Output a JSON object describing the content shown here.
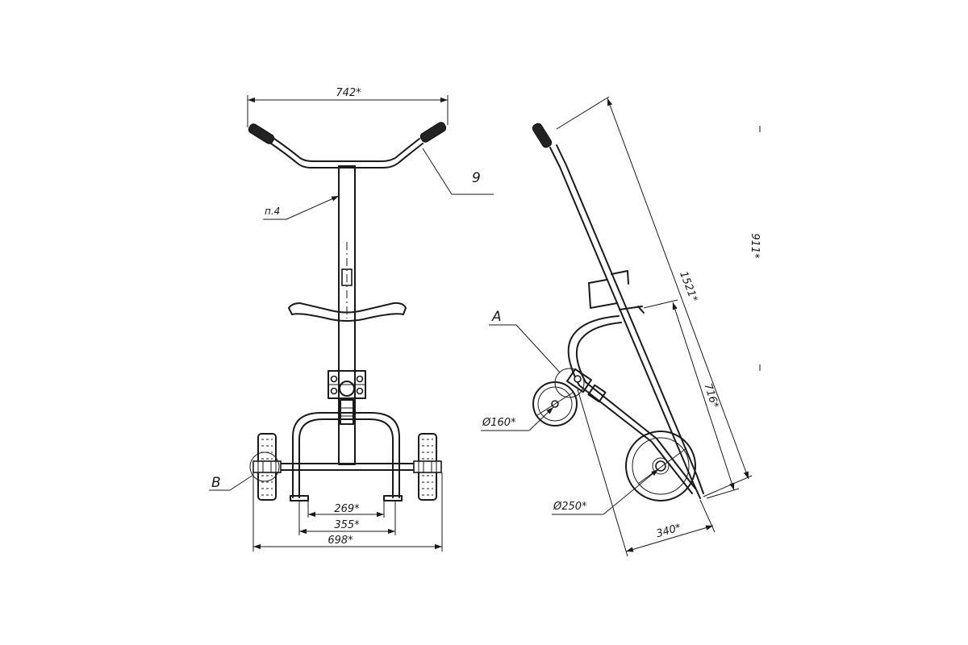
{
  "dimensions": {
    "handle_width": "742*",
    "overall_width": "698*",
    "inner_width": "355*",
    "base_width": "269*",
    "total_height": "1521*",
    "side_height": "911*",
    "frame_height": "716*",
    "base_depth": "340*",
    "small_wheel_diameter": "Ø160*",
    "large_wheel_diameter": "Ø250*"
  },
  "labels": {
    "callout_grip": "9",
    "callout_note": "п.4",
    "detail_a": "A",
    "detail_b": "B"
  }
}
